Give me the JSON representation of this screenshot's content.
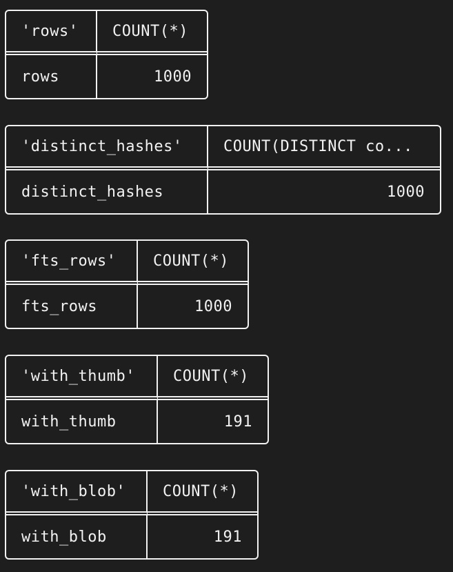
{
  "results": [
    {
      "columns": [
        "'rows'",
        "COUNT(*)"
      ],
      "row": [
        "rows",
        "1000"
      ]
    },
    {
      "columns": [
        "'distinct_hashes'",
        "COUNT(DISTINCT co..."
      ],
      "row": [
        "distinct_hashes",
        "1000"
      ]
    },
    {
      "columns": [
        "'fts_rows'",
        "COUNT(*)"
      ],
      "row": [
        "fts_rows",
        "1000"
      ]
    },
    {
      "columns": [
        "'with_thumb'",
        "COUNT(*)"
      ],
      "row": [
        "with_thumb",
        "191"
      ]
    },
    {
      "columns": [
        "'with_blob'",
        "COUNT(*)"
      ],
      "row": [
        "with_blob",
        "191"
      ]
    }
  ]
}
